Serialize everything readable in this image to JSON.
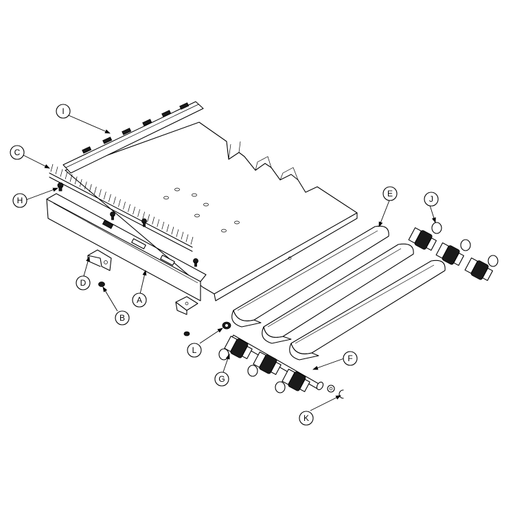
{
  "diagram": {
    "callouts": {
      "A": "A",
      "B": "B",
      "C": "C",
      "D": "D",
      "E": "E",
      "F": "F",
      "G": "G",
      "H": "H",
      "I": "I",
      "J": "J",
      "K": "K",
      "L": "L"
    },
    "colors": {
      "line": "#000000",
      "background": "#ffffff",
      "dark_part": "#1a1a1a"
    }
  }
}
